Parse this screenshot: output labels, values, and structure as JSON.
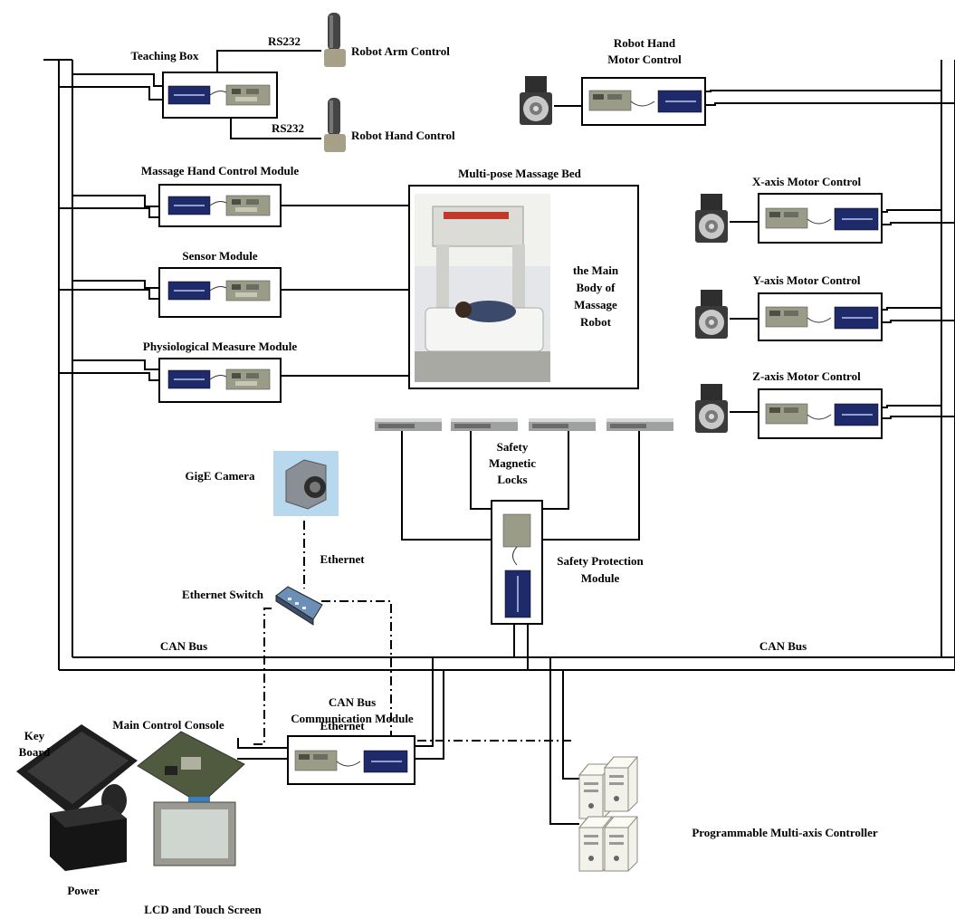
{
  "labels": {
    "teaching_box": "Teaching Box",
    "rs232_top": "RS232",
    "rs232_bottom": "RS232",
    "robot_arm_control": "Robot Arm Control",
    "robot_hand_control": "Robot Hand Control",
    "robot_hand_motor_line1": "Robot Hand",
    "robot_hand_motor_line2": "Motor Control",
    "massage_hand_module": "Massage Hand Control Module",
    "sensor_module": "Sensor Module",
    "physio_module": "Physiological Measure Module",
    "massage_bed": "Multi-pose Massage Bed",
    "main_body_line1": "the Main",
    "main_body_line2": "Body of",
    "main_body_line3": "Massage",
    "main_body_line4": "Robot",
    "x_axis": "X-axis Motor Control",
    "y_axis": "Y-axis Motor Control",
    "z_axis": "Z-axis Motor Control",
    "safety_locks_line1": "Safety",
    "safety_locks_line2": "Magnetic",
    "safety_locks_line3": "Locks",
    "safety_protection_line1": "Safety Protection",
    "safety_protection_line2": "Module",
    "gige_camera": "GigE Camera",
    "ethernet_top": "Ethernet",
    "ethernet_switch": "Ethernet Switch",
    "can_bus_left": "CAN Bus",
    "can_bus_right": "CAN Bus",
    "keyboard_line1": "Key",
    "keyboard_line2": "Board",
    "main_console": "Main Control Console",
    "ethernet_bottom": "Ethernet",
    "can_comm_line1": "CAN Bus",
    "can_comm_line2": "Communication Module",
    "programmable_controller": "Programmable Multi-axis Controller",
    "power": "Power",
    "lcd": "LCD and Touch Screen"
  },
  "colors": {
    "module_chip": "#1f2a6b",
    "board": "#8a8d7a",
    "camera_bg": "#b8d8ee",
    "server": "#f2f2ea"
  }
}
